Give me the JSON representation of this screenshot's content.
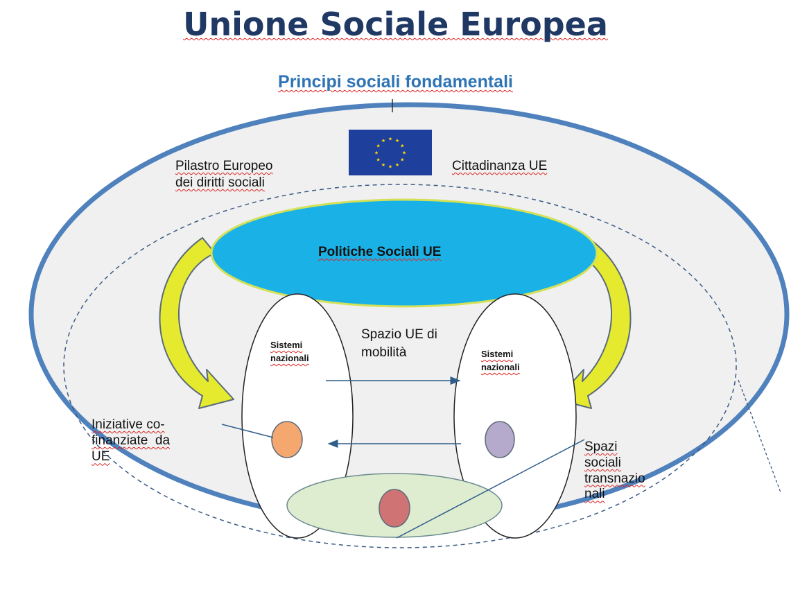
{
  "title": "Unione Sociale Europea",
  "subtitle": "Principi sociali fondamentali",
  "labels": {
    "pilastro": "Pilastro Europeo\ndei diritti sociali",
    "cittadinanza": "Cittadinanza UE",
    "politiche": "Politiche Sociali UE",
    "sistemi_left": "Sistemi\nnazionali",
    "sistemi_right": "Sistemi\nnazionali",
    "spazio_mobilita": "Spazio UE di\nmobilità",
    "iniziative": "Iniziative co-\nfinanziate  da\nUE",
    "spazi_sociali": "Spazi\nsociali\ntransnazio\nnali"
  },
  "icons": {
    "flag": "eu-flag-icon",
    "arrows": "curved-arrow-icon"
  },
  "colors": {
    "title": "#1f3864",
    "subtitle": "#2e74b5",
    "outer_ring": "#4f81bd",
    "outer_fill": "#f0f0f0",
    "politiche_fill": "#1ab2e6",
    "politiche_border": "#d4e157",
    "arrow_fill": "#e6ea2e",
    "arrow_stroke": "#5a6b7a",
    "flag_blue": "#1f3f9c",
    "flag_star": "#ffdd00",
    "dot_left": "#f4a76f",
    "dot_right": "#b5a9cc",
    "dot_bottom": "#cf7374",
    "green_ellipse": "#deecd0"
  }
}
